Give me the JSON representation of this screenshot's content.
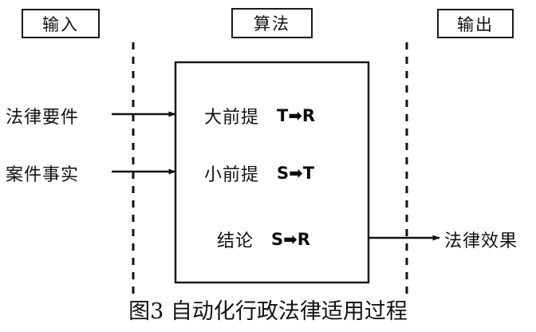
{
  "figure": {
    "caption": "图3 自动化行政法律适用过程",
    "background_color": "#ffffff",
    "stroke_color": "#1a1a1a"
  },
  "headers": [
    {
      "id": "input",
      "label": "输入"
    },
    {
      "id": "algorithm",
      "label": "算法"
    },
    {
      "id": "output",
      "label": "输出"
    }
  ],
  "inputs": [
    {
      "id": "legal-requirement",
      "label": "法律要件"
    },
    {
      "id": "case-facts",
      "label": "案件事实"
    }
  ],
  "outputs": [
    {
      "id": "legal-effect",
      "label": "法律效果"
    }
  ],
  "algorithm_box": {
    "rows": [
      {
        "id": "major-premise",
        "label": "大前提",
        "formula": "T➡R"
      },
      {
        "id": "minor-premise",
        "label": "小前提",
        "formula": "S➡T"
      },
      {
        "id": "conclusion",
        "label": "结论",
        "formula": "S➡R"
      }
    ]
  },
  "dividers": {
    "left_dashed": "input-algorithm-boundary",
    "right_dashed": "algorithm-output-boundary"
  }
}
